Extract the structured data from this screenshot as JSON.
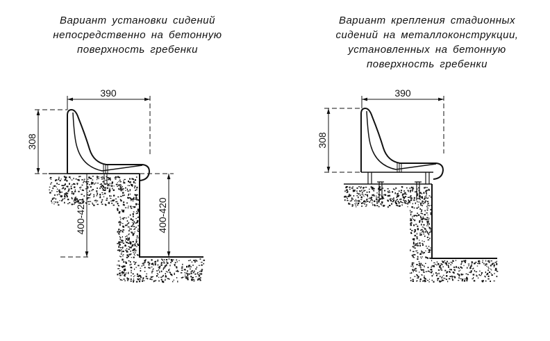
{
  "left": {
    "title_lines": [
      "Вариант установки сидений",
      "непосредственно на бетонную",
      "поверхность гребенки"
    ],
    "width_label": "390",
    "height_label": "308",
    "step_height_label_left": "400-420",
    "step_height_label_right": "400-420"
  },
  "right": {
    "title_lines": [
      "Вариант крепления стадионных",
      "сидений на металлоконструкции,",
      "установленных на бетонную",
      "поверхность гребенки"
    ],
    "width_label": "390",
    "height_label": "308"
  }
}
